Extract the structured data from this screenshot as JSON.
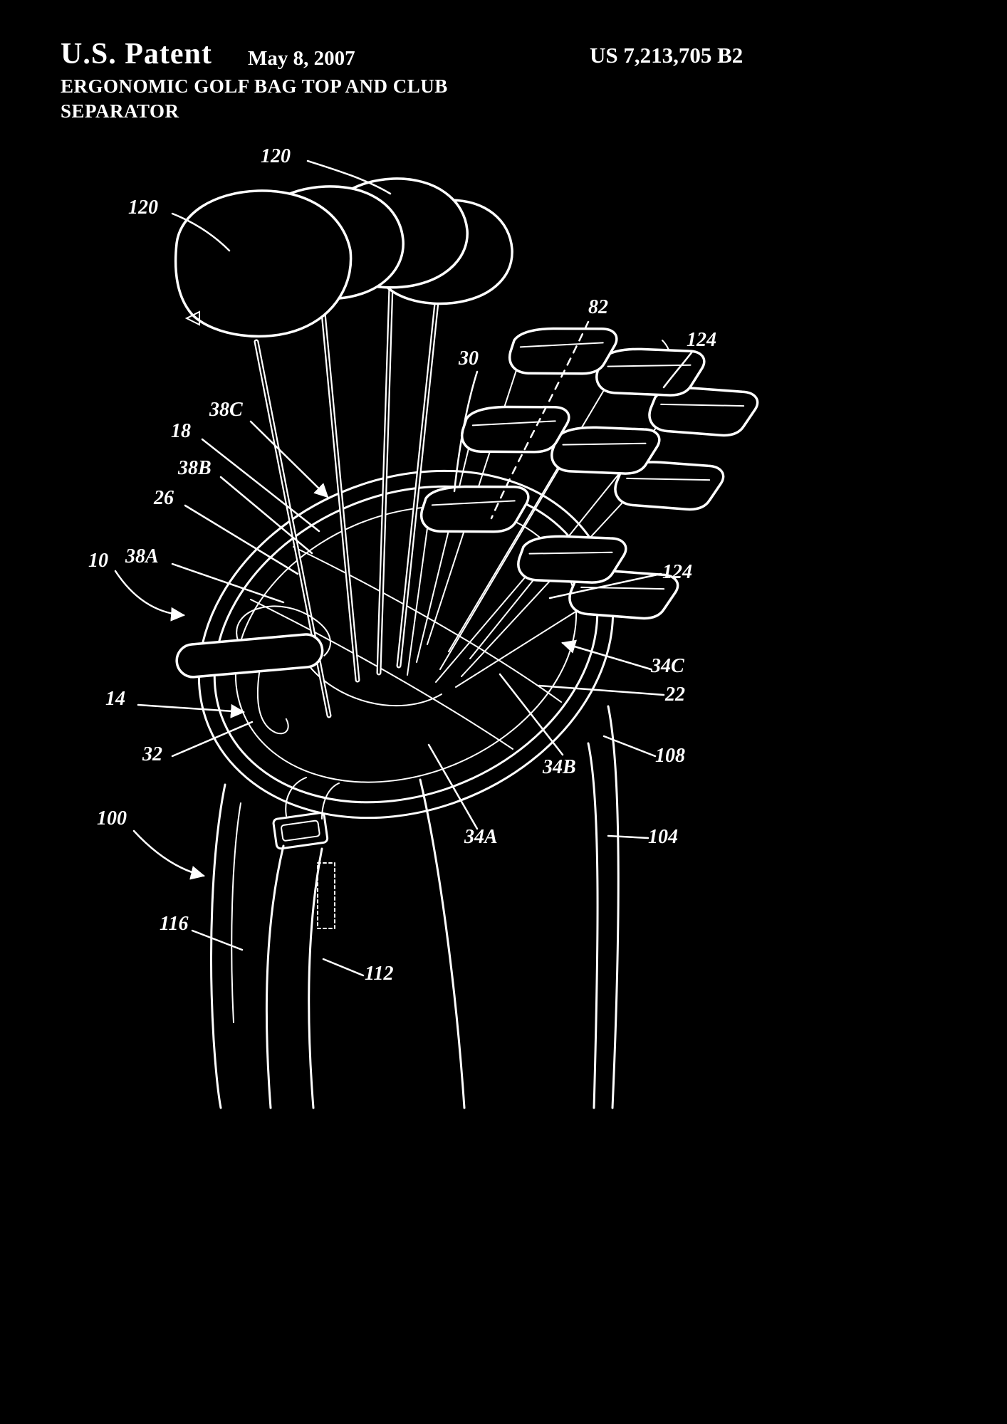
{
  "colors": {
    "background": "#000000",
    "ink": "#ffffff"
  },
  "header": {
    "patent_label": "U.S. Patent",
    "date": "May 8, 2007",
    "patent_number": "US 7,213,705 B2",
    "title_line1": "ERGONOMIC GOLF BAG TOP AND CLUB",
    "title_line2": "SEPARATOR"
  },
  "figure": {
    "labels": [
      {
        "text": "120"
      },
      {
        "text": "120"
      },
      {
        "text": "82"
      },
      {
        "text": "124"
      },
      {
        "text": "30"
      },
      {
        "text": "38C"
      },
      {
        "text": "18"
      },
      {
        "text": "38B"
      },
      {
        "text": "26"
      },
      {
        "text": "10"
      },
      {
        "text": "38A"
      },
      {
        "text": "124"
      },
      {
        "text": "34C"
      },
      {
        "text": "22"
      },
      {
        "text": "14"
      },
      {
        "text": "32"
      },
      {
        "text": "34B"
      },
      {
        "text": "108"
      },
      {
        "text": "100"
      },
      {
        "text": "34A"
      },
      {
        "text": "104"
      },
      {
        "text": "116"
      },
      {
        "text": "112"
      }
    ]
  }
}
